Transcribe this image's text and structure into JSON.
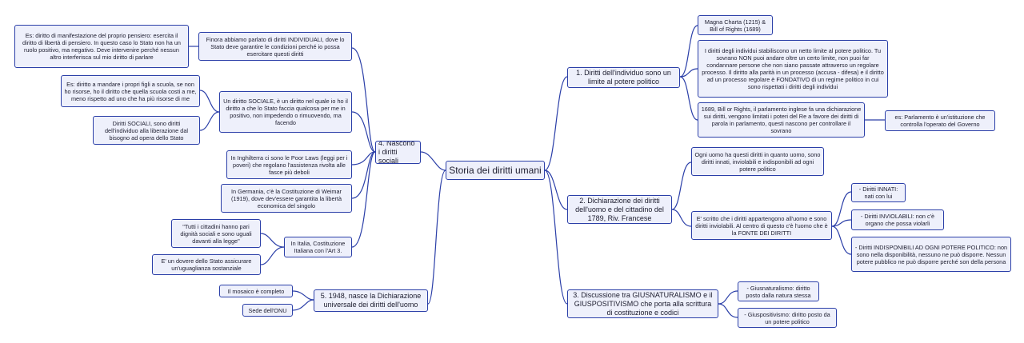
{
  "root": "Storia dei diritti umani",
  "left": {
    "b4": {
      "label": "4. Nascono i diritti sociali",
      "individuali": "Finora abbiamo parlato di diritti INDIVIDUALI, dove lo Stato deve garantire le condizioni perché io possa esercitare questi diritti",
      "es_pensiero": "Es: diritto di manifestazione del proprio pensiero: esercita il diritto di libertà di pensiero. In questo caso lo Stato non ha un ruolo positivo, ma negativo. Deve intervenire perché nessun altro interferisca sul mio diritto di parlare",
      "sociale": "Un diritto SOCIALE, è un diritto nel quale io ho il diritto a che lo Stato faccia qualcosa per me in positivo, non impedendo o rimuovendo, ma facendo",
      "es_scuola": "Es: diritto a mandare i propri figli a scuola, se non ho risorse, ho il diritto che quella scuola costi a me, meno rispetto ad uno che ha più risorse di me",
      "diritti_sociali": "Diritti SOCIALI, sono diritti dell'individuo alla liberazione dal bisogno ad opera dello Stato",
      "inghilterra": "In Inghilterra ci sono le Poor Laws (leggi per i poveri) che regolano l'assistenza rivolta alle fasce più deboli",
      "germania": "In Germania, c'è la Costituzione di Weimar (1919), dove dev'essere garantita la libertà economica del singolo",
      "italia": "In Italia, Costituzione Italiana con l'Art 3.",
      "tutti": "\"Tutti i cittadini hanno pari dignità sociali e sono uguali davanti alla legge\"",
      "dovere": "E' un dovere dello Stato assicurare un'uguaglianza sostanziale"
    },
    "b5": {
      "label": "5. 1948, nasce la Dichiarazione universale dei diritti dell'uomo",
      "mosaico": "Il mosaico è completo",
      "onu": "Sede dell'ONU"
    }
  },
  "right": {
    "b1": {
      "label": "1. Diritti dell'individuo sono un limite al potere politico",
      "magna": "Magna Charta (1215) & Bill of Rights (1689)",
      "limite": "I diritti degli individui stabiliscono un netto limite al potere politico. Tu sovrano NON puoi andare oltre un certo limite, non puoi far condannare persone che non siano passate attraverso un regolare processo. Il diritto alla parità in un processo (accusa - difesa) e il diritto ad un processo regolare è FONDATIVO di un regime politico in cui sono rispettati i diritti degli individui",
      "bill": "1689, Bill or Rights, il parlamento inglese fa una dichiarazione sui diritti, vengono limitati i poteri del Re a favore dei diritti di parola in parlamento, questi nascono per controllare il sovrano",
      "parlamento": "es: Parlamento è un'istituzione che controlla l'operato del Governo"
    },
    "b2": {
      "label": "2. Dichiarazione dei diritti dell'uomo e del cittadino del 1789, Riv. Francese",
      "ogni_uomo": "Ogni uomo ha questi diritti in quanto uomo, sono diritti innati, inviolabili e indisponibili ad ogni potere politico",
      "scritto": "E' scritto che i diritti appartengono all'uomo e sono diritti inviolabili. Al centro di questo c'è l'uomo che è la FONTE DEI DIRITTI",
      "innati": "- Diritti INNATI: nati con lui",
      "inviolabili": "- Diritti INVIOLABILI: non c'è organo che possa violarli",
      "indisponibili": "- Diritti INDISPONIBILI AD OGNI POTERE POLITICO: non sono nella disponibilità, nessuno ne può disporre. Nessun potere pubblico ne può disporre perché son della persona"
    },
    "b3": {
      "label": "3. Discussione tra GIUSNATURALISMO e il GIUSPOSITIVISMO che porta alla scrittura di costituzione e codici",
      "giusnat": "- Giusnaturalismo: diritto posto dalla natura stessa",
      "giuspos": "- Giuspositivismo: diritto posto da un potere politico"
    }
  },
  "colors": {
    "line": "#2b3fa8",
    "node_bg": "#eef0fb",
    "node_border": "#2b3fa8",
    "text": "#1c1c2e"
  }
}
